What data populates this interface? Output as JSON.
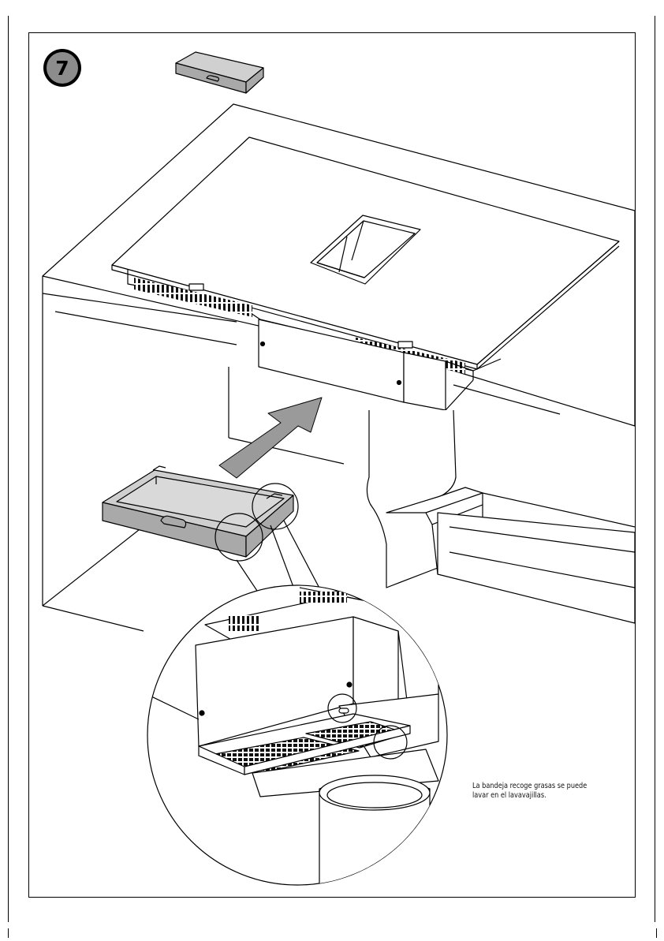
{
  "step": {
    "number": "7"
  },
  "caption": {
    "line1": "La bandeja recoge grasas se puede",
    "line2": "lavar en el lavavajillas."
  },
  "colors": {
    "ink": "#000000",
    "tray_fill": "#a9a9a9",
    "arrow_fill": "#9a9a9a",
    "badge_fill": "#8c8c8c"
  },
  "icons": {
    "step_badge": "numbered-circle-icon",
    "insert_arrow": "insert-direction-arrow-icon",
    "detail_magnifier": "magnified-detail-circle-icon"
  }
}
